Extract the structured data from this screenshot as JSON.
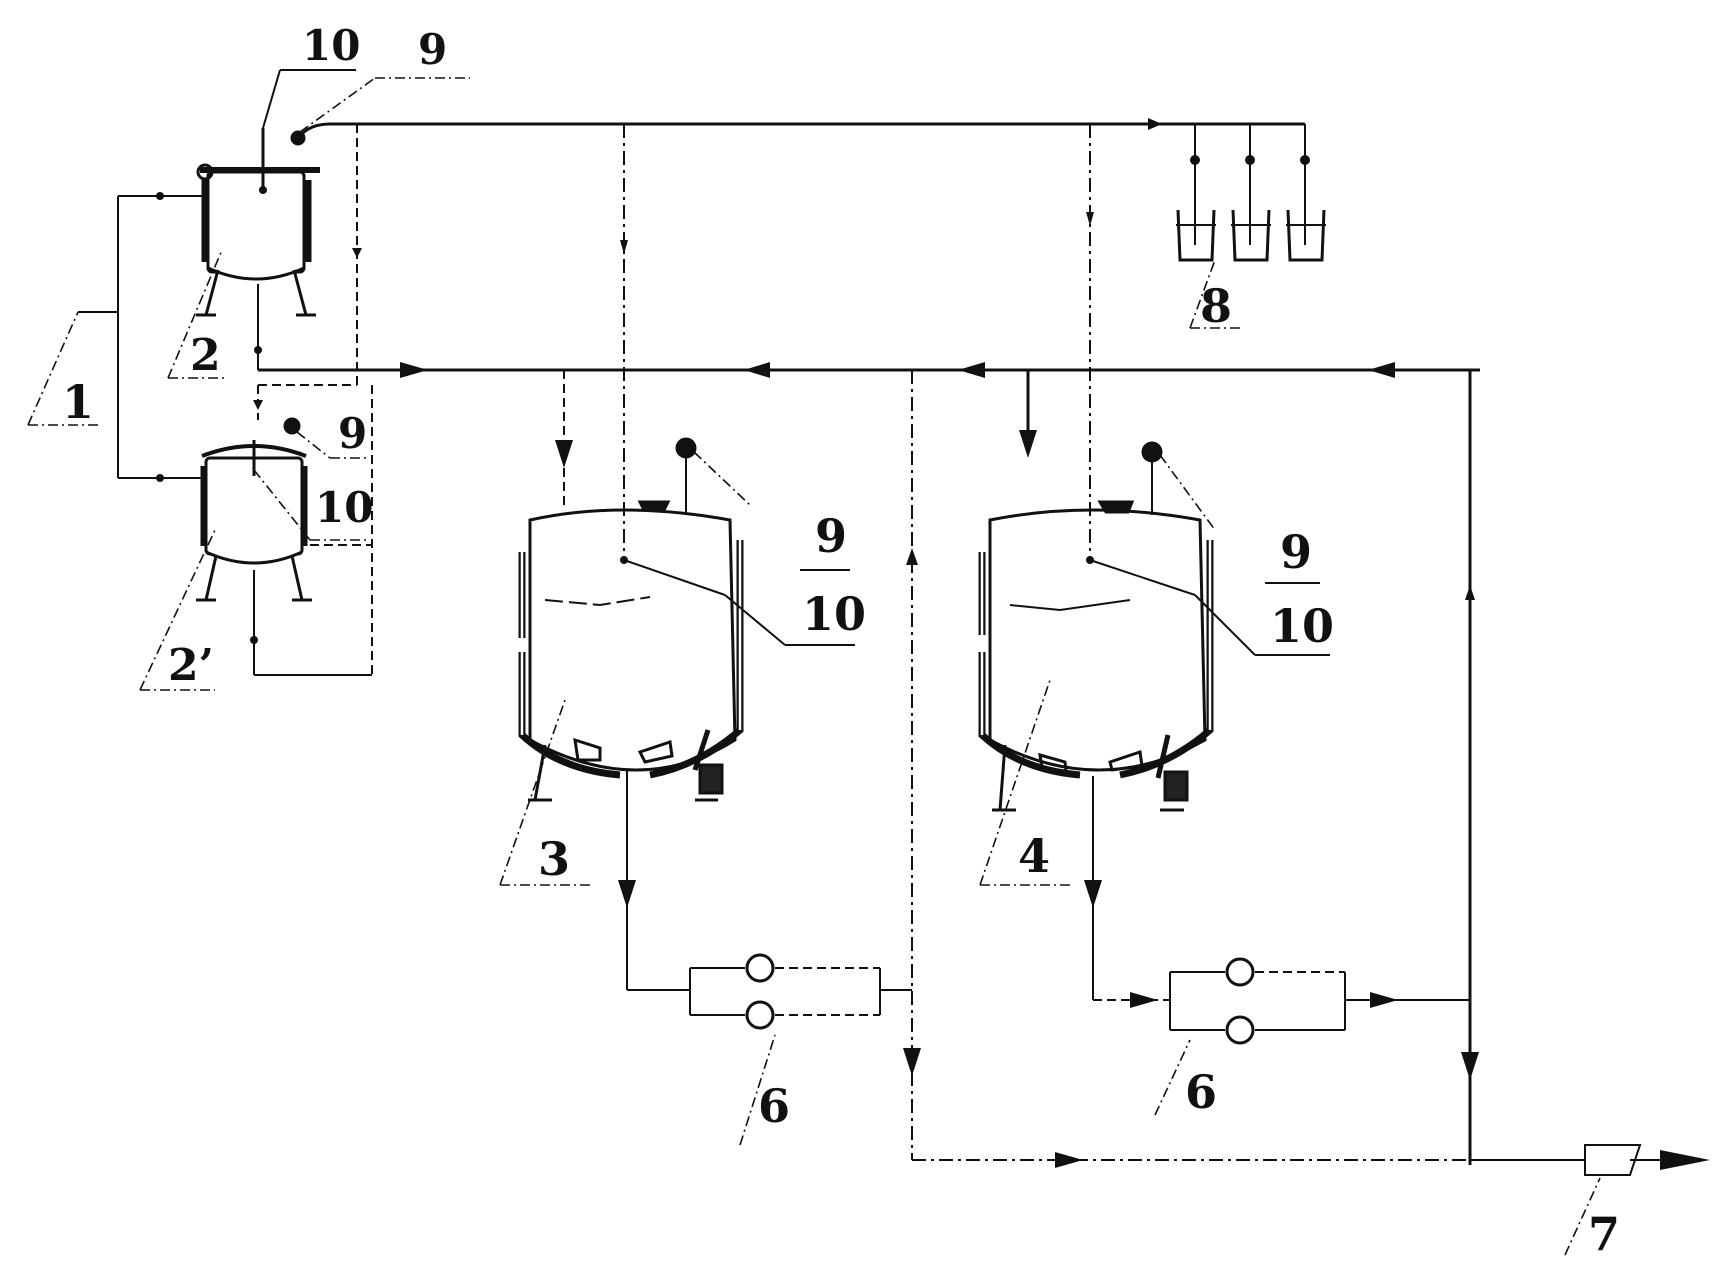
{
  "labels": {
    "feed_inlet": "1",
    "pre_tank_a": "2",
    "pre_tank_b": "2’",
    "reactor_a": "3",
    "reactor_b": "4",
    "pump_group_a": "6",
    "pump_group_b": "6",
    "outlet": "7",
    "additive_tanks": "8",
    "pre_tank_a_gauge": "9",
    "pre_tank_a_agitator": "10",
    "pre_tank_b_gauge": "9",
    "pre_tank_b_agitator": "10",
    "reactor_a_gauge": "9",
    "reactor_a_agitator": "10",
    "reactor_b_gauge": "9",
    "reactor_b_agitator": "10"
  }
}
